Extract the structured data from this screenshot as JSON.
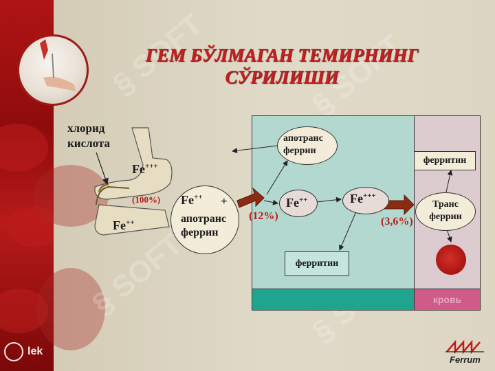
{
  "title": {
    "line1": "ГЕМ БЎЛМАГАН ТЕМИРНИНГ",
    "line2": "СЎРИЛИШИ"
  },
  "stomach": {
    "acid_line1": "хлорид",
    "acid_line2": "кислота",
    "fe3_base": "Fe",
    "fe3_sup": "+++",
    "percent": "(100%)",
    "fe2_base": "Fe",
    "fe2_sup": "++"
  },
  "complex": {
    "fe_base": "Fe",
    "fe_sup": "++",
    "plus": "+",
    "line2": "апотранс",
    "line3": "феррин"
  },
  "enterocyte": {
    "percent": "(12%)",
    "apotransferrin_line1": "апотранс",
    "apotransferrin_line2": "феррин",
    "fe2_base": "Fe",
    "fe2_sup": "++",
    "fe3_base": "Fe",
    "fe3_sup": "+++",
    "ferritin": "ферритин"
  },
  "blood": {
    "percent": "(3,6%)",
    "ferritin": "ферритин",
    "transferrin_line1": "Транс",
    "transferrin_line2": "феррин",
    "label": "кровь"
  },
  "brand": {
    "lek": "lek",
    "ferrum": "Ferrum"
  },
  "colors": {
    "accent_red": "#c42020",
    "cell_teal": "#b2d8cf",
    "cell_bar": "#1fa58f",
    "blood_pink": "#dccbcf",
    "blood_bar": "#d05a8a"
  }
}
